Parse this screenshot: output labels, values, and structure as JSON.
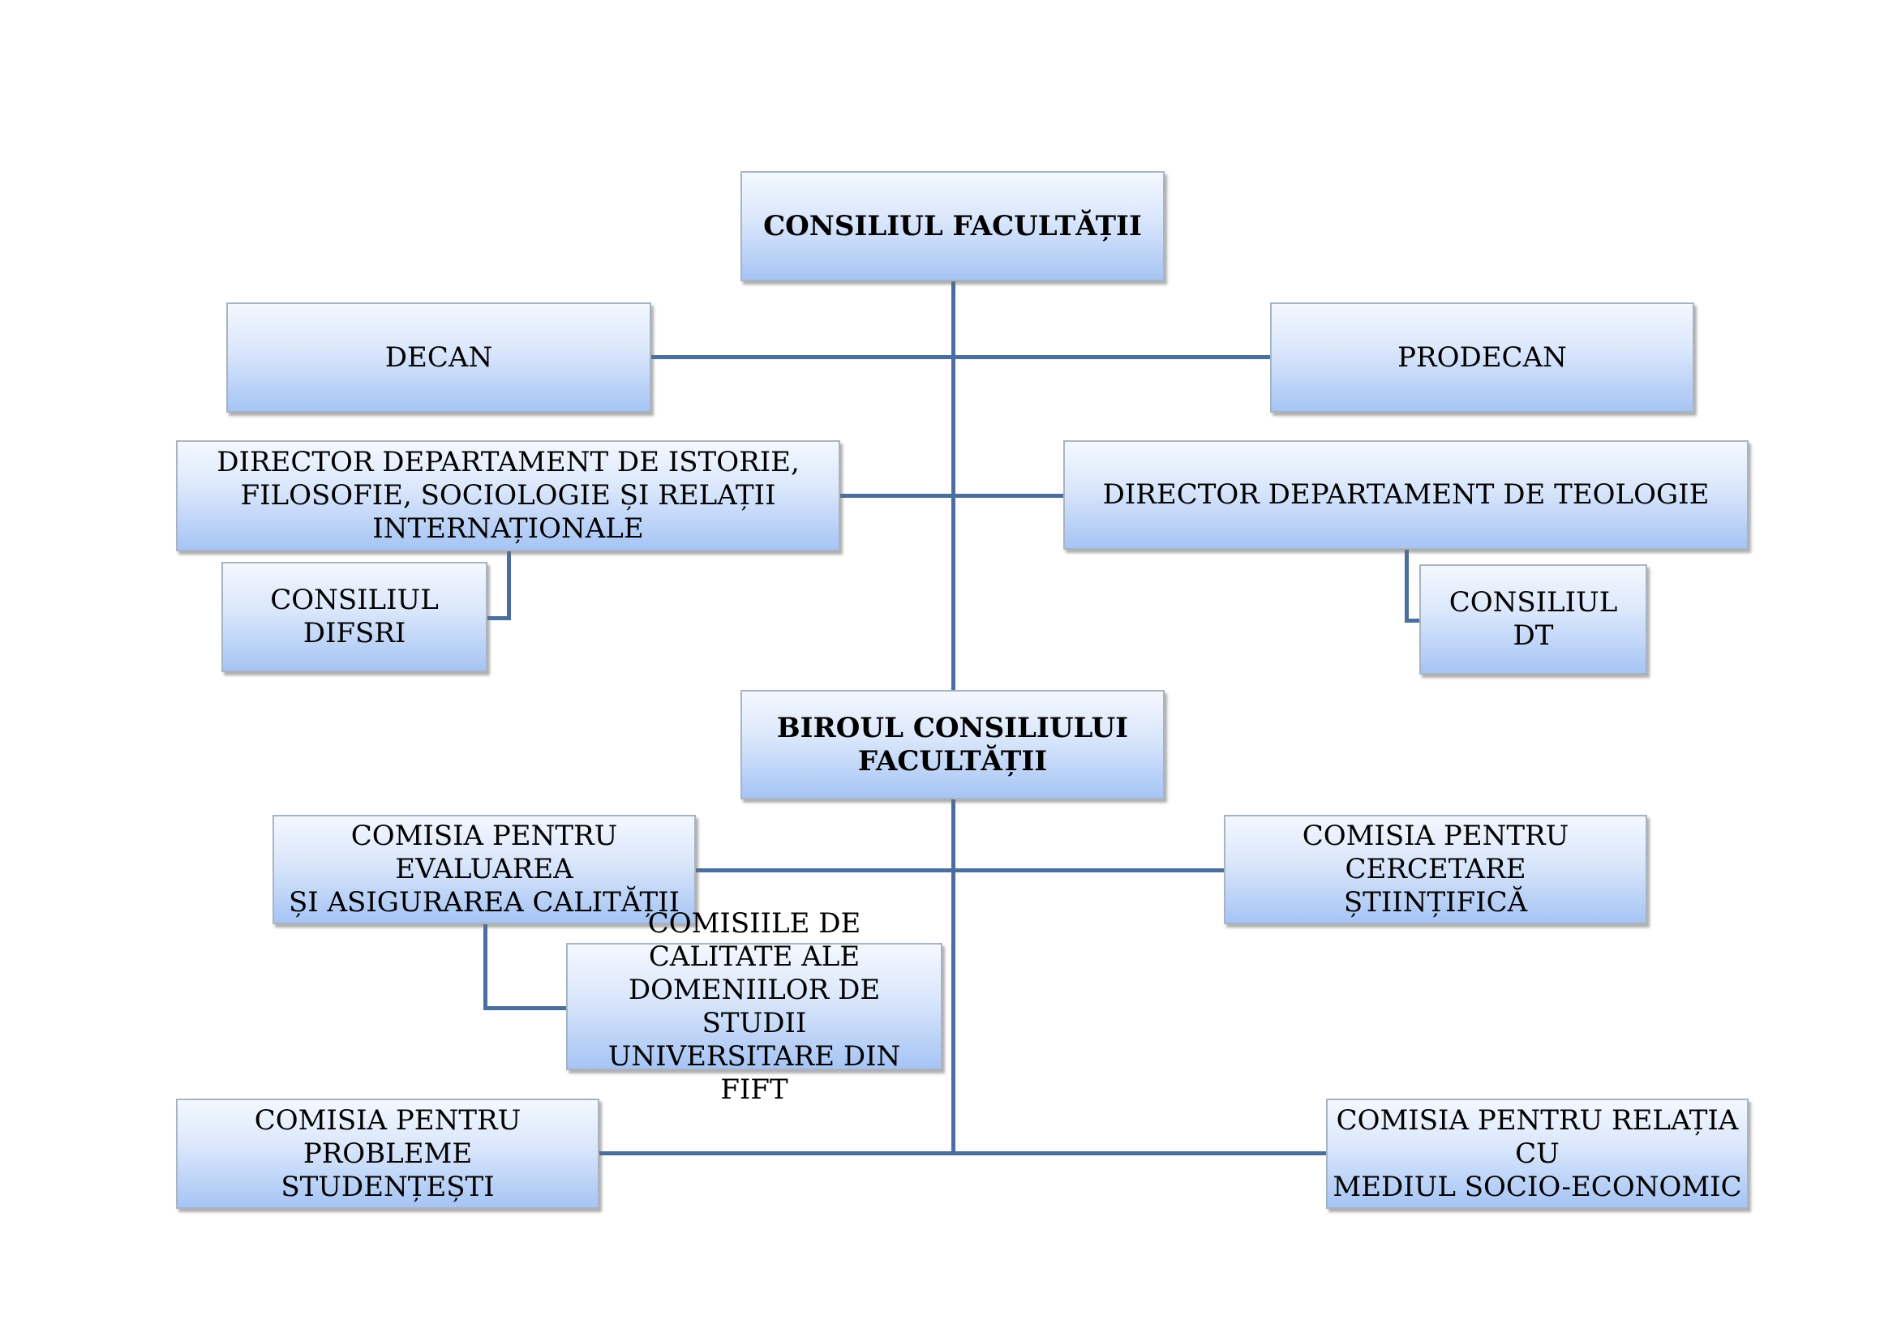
{
  "nodes": {
    "consiliul_facultatii": "CONSILIUL FACULTĂȚII",
    "decan": "DECAN",
    "prodecan": "PRODECAN",
    "director_difsri": "DIRECTOR DEPARTAMENT DE ISTORIE,\nFILOSOFIE, SOCIOLOGIE ȘI RELAȚII\nINTERNAȚIONALE",
    "director_dt": "DIRECTOR DEPARTAMENT DE TEOLOGIE",
    "consiliul_difsri": "CONSILIUL DIFSRI",
    "consiliul_dt": "CONSILIUL DT",
    "biroul_consiliului": "BIROUL CONSILIULUI\nFACULTĂȚII",
    "comisia_evaluare": "COMISIA PENTRU EVALUAREA\nȘI ASIGURAREA CALITĂȚII",
    "comisia_cercetare": "COMISIA PENTRU CERCETARE\nȘTIINȚIFICĂ",
    "comisiile_calitate": "COMISIILE DE CALITATE ALE\nDOMENIILOR DE STUDII\nUNIVERSITARE DIN FIFT",
    "comisia_studenti": "COMISIA PENTRU PROBLEME\nSTUDENȚEȘTI",
    "comisia_relatia": "COMISIA PENTRU RELAȚIA CU\nMEDIUL SOCIO-ECONOMIC"
  },
  "colors": {
    "connector": "#4a6f9e",
    "box_top": "#f4f8fe",
    "box_bottom": "#a6c4f4",
    "box_border": "#a9b4c2"
  }
}
